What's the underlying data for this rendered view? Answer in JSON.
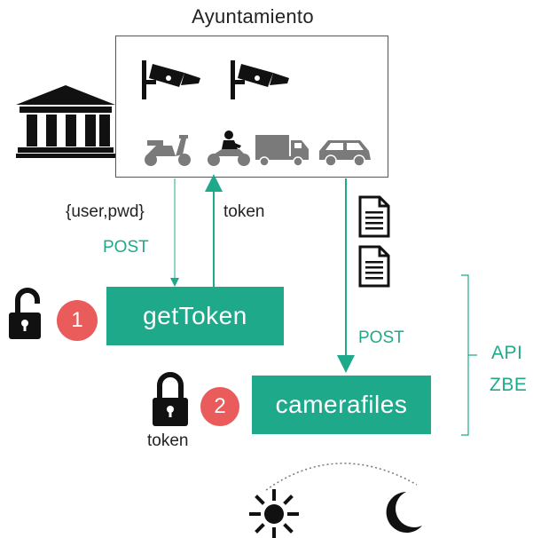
{
  "title": "Ayuntamiento",
  "colors": {
    "accent": "#1fa98b",
    "step": "#ea5b5b",
    "icon": "#111111",
    "vehicle": "#7a7a7a"
  },
  "icons": {
    "building": "government-building-icon",
    "cameras": [
      "cctv-camera-icon",
      "cctv-camera-icon"
    ],
    "vehicles": [
      "scooter-icon",
      "motorcycle-icon",
      "truck-icon",
      "car-icon"
    ],
    "files": [
      "document-icon",
      "document-icon"
    ],
    "locks": [
      "lock-open-icon",
      "lock-closed-icon"
    ],
    "time": [
      "sun-icon",
      "moon-icon"
    ]
  },
  "flow": {
    "credentials_label": "{user,pwd}",
    "post_label_1": "POST",
    "token_label": "token",
    "post_label_2": "POST"
  },
  "endpoints": {
    "get_token": "getToken",
    "camerafiles": "camerafiles"
  },
  "steps": {
    "step1": "1",
    "step2": "2"
  },
  "lock_token_label": "token",
  "api": {
    "line1": "API",
    "line2": "ZBE"
  }
}
